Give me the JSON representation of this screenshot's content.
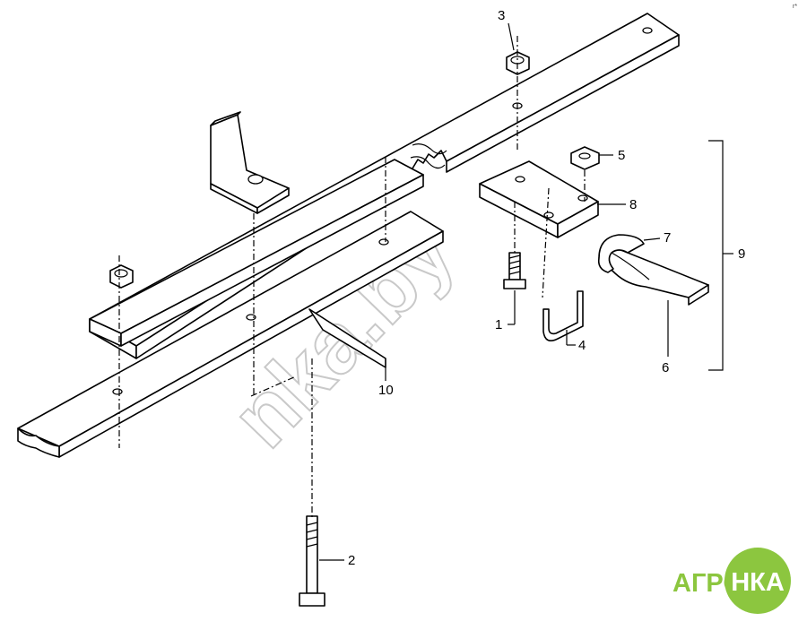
{
  "callouts": {
    "p1": "1",
    "p2": "2",
    "p3": "3",
    "p4": "4",
    "p5": "5",
    "p6": "6",
    "p7": "7",
    "p8": "8",
    "p9": "9",
    "p10": "10"
  },
  "watermark": "nka.by",
  "logo": {
    "left": "АГРО",
    "right": "НКА",
    "green": "#8cc63f"
  },
  "corner_mark": "r*"
}
